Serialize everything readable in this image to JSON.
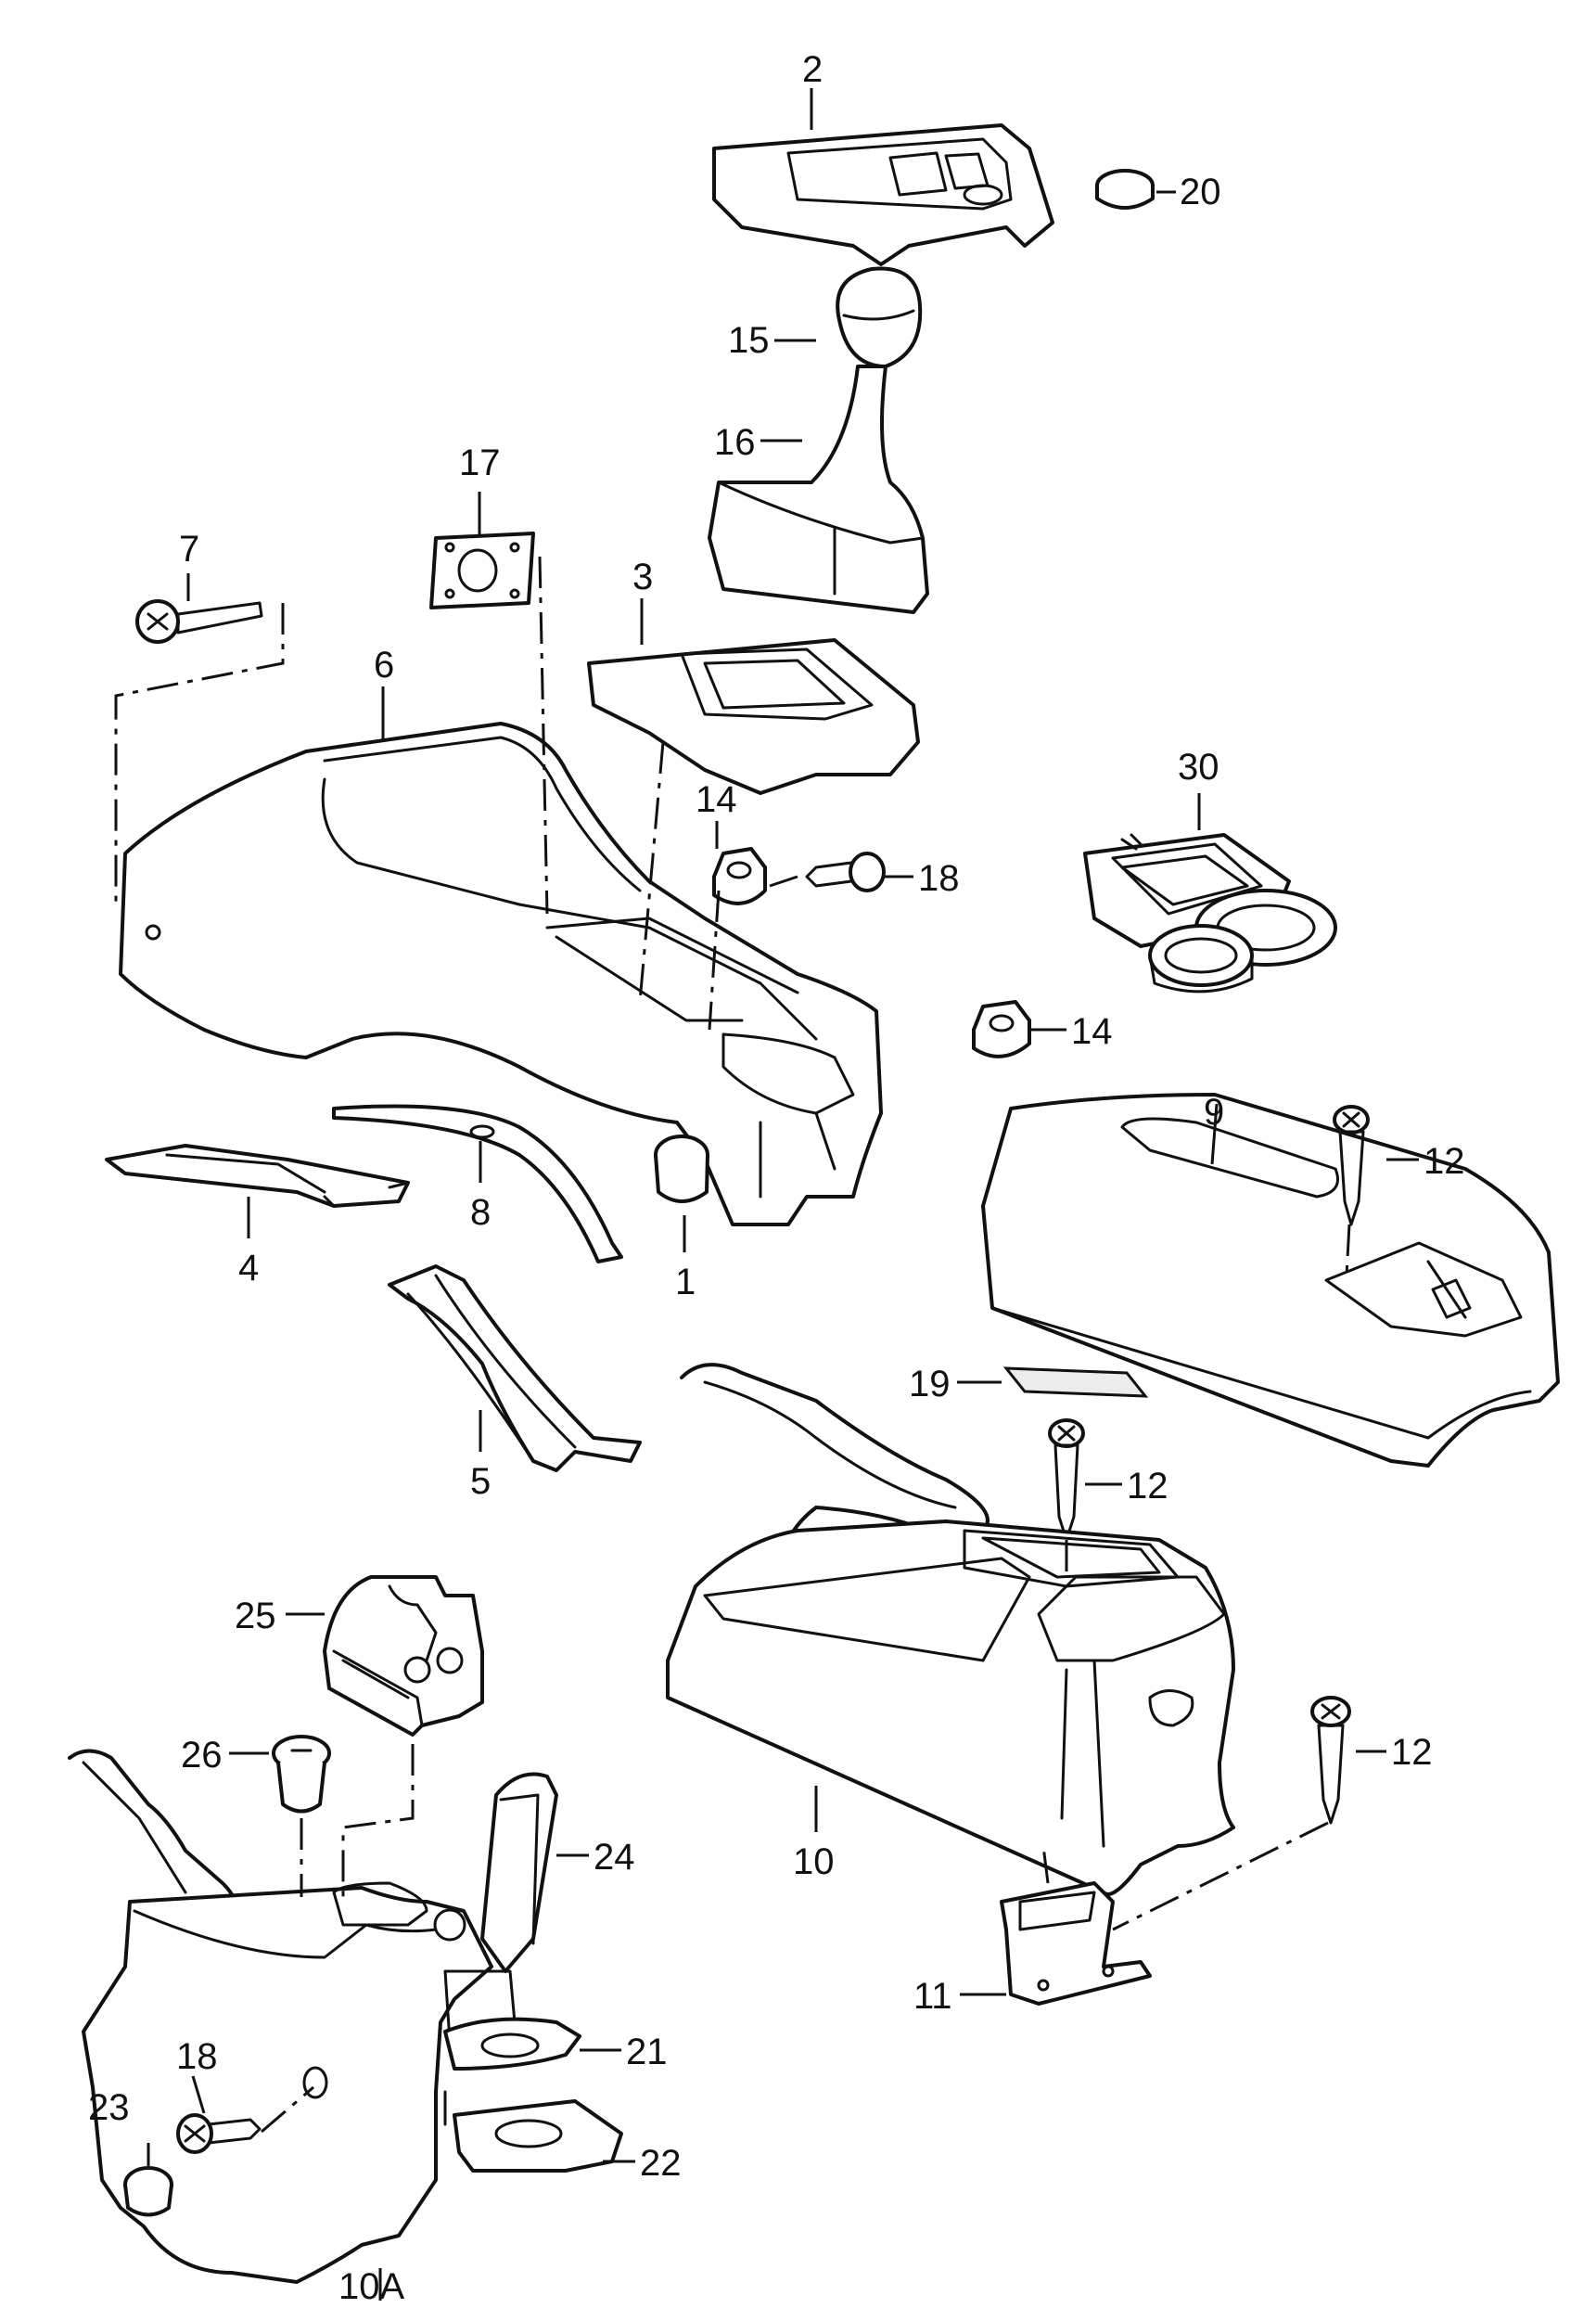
{
  "callouts": [
    {
      "id": "c2",
      "label": "2"
    },
    {
      "id": "c20",
      "label": "20"
    },
    {
      "id": "c15",
      "label": "15"
    },
    {
      "id": "c16",
      "label": "16"
    },
    {
      "id": "c17",
      "label": "17"
    },
    {
      "id": "c7",
      "label": "7"
    },
    {
      "id": "c3",
      "label": "3"
    },
    {
      "id": "c6",
      "label": "6"
    },
    {
      "id": "c30",
      "label": "30"
    },
    {
      "id": "c14a",
      "label": "14"
    },
    {
      "id": "c18a",
      "label": "18"
    },
    {
      "id": "c14b",
      "label": "14"
    },
    {
      "id": "c9",
      "label": "9"
    },
    {
      "id": "c12a",
      "label": "12"
    },
    {
      "id": "c4",
      "label": "4"
    },
    {
      "id": "c8",
      "label": "8"
    },
    {
      "id": "c1",
      "label": "1"
    },
    {
      "id": "c19",
      "label": "19"
    },
    {
      "id": "c12b",
      "label": "12"
    },
    {
      "id": "c5",
      "label": "5"
    },
    {
      "id": "c25",
      "label": "25"
    },
    {
      "id": "c12c",
      "label": "12"
    },
    {
      "id": "c26",
      "label": "26"
    },
    {
      "id": "c24",
      "label": "24"
    },
    {
      "id": "c10",
      "label": "10"
    },
    {
      "id": "c11",
      "label": "11"
    },
    {
      "id": "c21",
      "label": "21"
    },
    {
      "id": "c18b",
      "label": "18"
    },
    {
      "id": "c23",
      "label": "23"
    },
    {
      "id": "c22",
      "label": "22"
    },
    {
      "id": "c10a",
      "label": "10A"
    }
  ]
}
